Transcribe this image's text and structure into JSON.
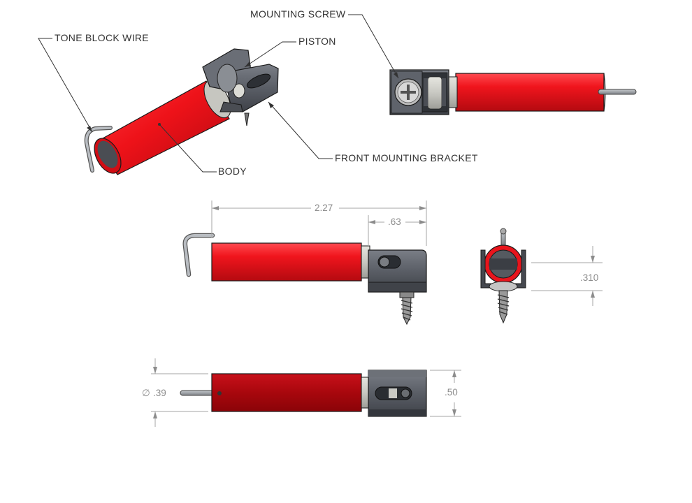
{
  "labels": {
    "tone_block_wire": "TONE BLOCK WIRE",
    "piston": "PISTON",
    "mounting_screw": "MOUNTING SCREW",
    "front_mounting_bracket": "FRONT MOUNTING BRACKET",
    "body": "BODY"
  },
  "dimensions": {
    "overall_length": "2.27",
    "bracket_length": ".63",
    "screw_offset": ".310",
    "body_diameter": ".39",
    "bracket_height": ".50",
    "diameter_symbol": "∅"
  },
  "colors": {
    "body_red": "#e8141c",
    "body_red_dark": "#a5060b",
    "bracket_gray": "#5c6068",
    "bracket_dark": "#3a3d44",
    "wire_gray": "#9ea2a8",
    "piston_gray": "#c9c9c4"
  }
}
